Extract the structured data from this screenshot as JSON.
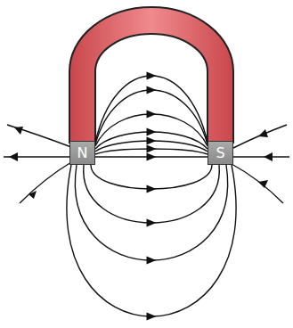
{
  "diagram": {
    "nodes": [
      {
        "text": [
          "N"
        ]
      },
      {
        "text": [
          "S"
        ]
      }
    ],
    "edges": [
      {
        "from": 0,
        "to": 1,
        "arrow": "to"
      },
      {
        "from": 0,
        "to": 1,
        "arrow": "to"
      },
      {
        "from": 0,
        "to": 1,
        "arrow": "to"
      },
      {
        "from": 0,
        "to": 1,
        "arrow": "to"
      },
      {
        "from": 0,
        "to": 1,
        "arrow": "to"
      },
      {
        "from": 0,
        "to": 1,
        "arrow": "to"
      },
      {
        "from": 0,
        "to": 1,
        "arrow": "to"
      },
      {
        "from": 0,
        "to": 1,
        "arrow": "to"
      },
      {
        "from": 0,
        "to": 1,
        "arrow": "to"
      },
      {
        "from": 0,
        "to": 1,
        "arrow": "to"
      },
      {
        "from": 0,
        "to": 1,
        "arrow": "to"
      }
    ]
  }
}
